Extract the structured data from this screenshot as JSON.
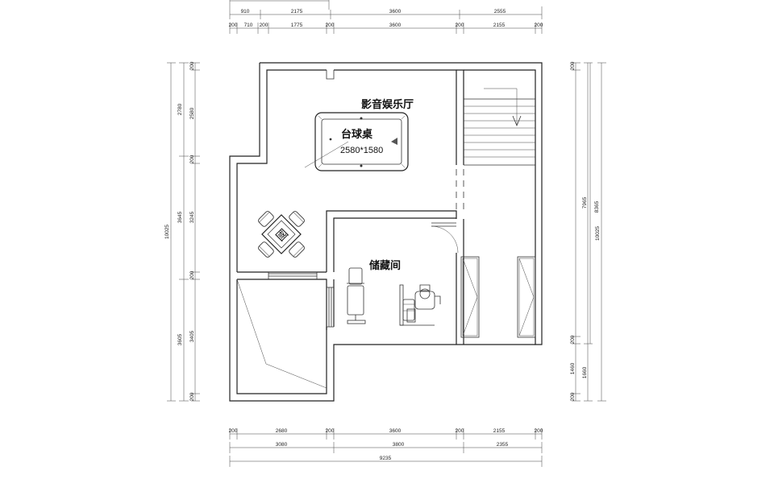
{
  "rooms": {
    "entertainment": "影音娱乐厅",
    "storage": "储藏间"
  },
  "furniture": {
    "pool_table_label": "台球桌",
    "pool_table_size": "2580*1580",
    "mahjong_glyph": "國"
  },
  "dims": {
    "top_row1": [
      "910",
      "2175",
      "3600",
      "2555"
    ],
    "top_row2": [
      "200",
      "710",
      "200",
      "1775",
      "200",
      "3600",
      "200",
      "2155",
      "200"
    ],
    "bottom_row1": [
      "200",
      "2680",
      "200",
      "3600",
      "200",
      "2155",
      "200"
    ],
    "bottom_row2": [
      "3080",
      "3800",
      "2355"
    ],
    "bottom_total": "9235",
    "left_outer": "10025",
    "left_mid": [
      "2780",
      "3645",
      "3605"
    ],
    "left_inner": [
      "200",
      "2580",
      "200",
      "3245",
      "200",
      "3405",
      "200"
    ],
    "right_inner": [
      "200",
      "200",
      "1460",
      "200"
    ],
    "right_mid": [
      "7965",
      "1660"
    ],
    "right_outer": [
      "8365",
      "10025"
    ]
  }
}
